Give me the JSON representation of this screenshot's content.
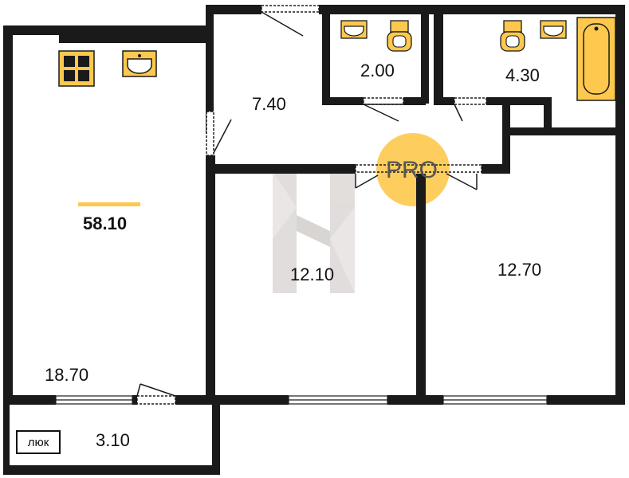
{
  "plan": {
    "total_area": "58.10",
    "accent_color": "#fdc84d",
    "wall_color": "#1a1a1a",
    "rooms": [
      {
        "id": "kitchen-living",
        "area": "18.70"
      },
      {
        "id": "hallway",
        "area": "7.40"
      },
      {
        "id": "wc",
        "area": "2.00"
      },
      {
        "id": "bathroom",
        "area": "4.30"
      },
      {
        "id": "bedroom-middle",
        "area": "12.10"
      },
      {
        "id": "bedroom-right",
        "area": "12.70"
      },
      {
        "id": "balcony",
        "area": "3.10"
      }
    ],
    "hatch_label": "люк",
    "watermark_badge": "PRO"
  }
}
